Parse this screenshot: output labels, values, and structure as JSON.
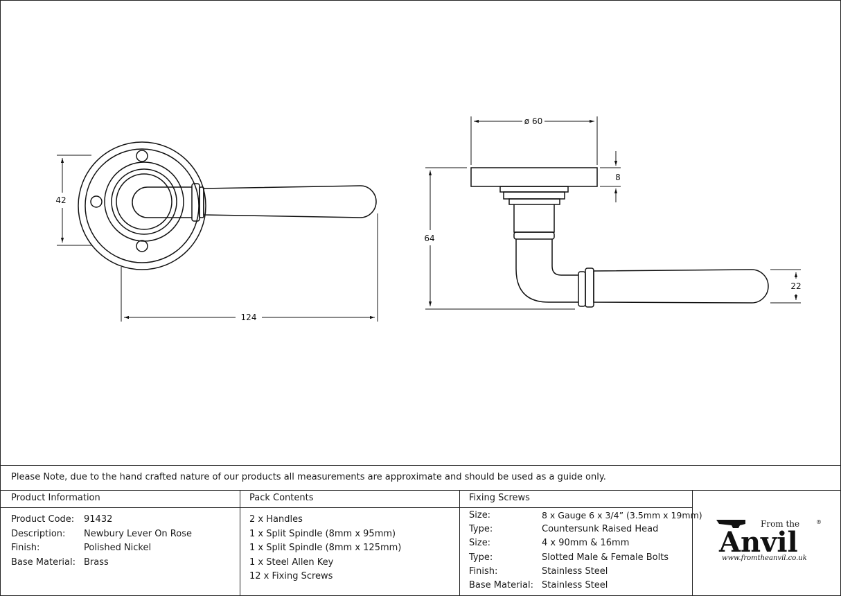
{
  "dimensions": {
    "height_front": "42",
    "length": "124",
    "rose_diameter": "ø 60",
    "rose_thickness": "8",
    "projection": "64",
    "lever_thickness": "22"
  },
  "note": "Please Note, due to the hand crafted nature of our products all measurements are approximate and should be used as a guide only.",
  "product_information": {
    "title": "Product Information",
    "rows": [
      {
        "label": "Product Code:",
        "value": "91432"
      },
      {
        "label": "Description:",
        "value": "Newbury Lever On Rose"
      },
      {
        "label": "Finish:",
        "value": "Polished Nickel"
      },
      {
        "label": "Base Material:",
        "value": "Brass"
      }
    ]
  },
  "pack_contents": {
    "title": "Pack Contents",
    "items": [
      "2 x Handles",
      "1 x Split Spindle (8mm x 95mm)",
      "1 x Split Spindle (8mm x 125mm)",
      "1 x Steel Allen Key",
      "12 x Fixing Screws"
    ]
  },
  "fixing_screws": {
    "title": "Fixing Screws",
    "rows": [
      {
        "label": "Size:",
        "value": "8 x Gauge 6 x 3/4” (3.5mm x 19mm)"
      },
      {
        "label": "Type:",
        "value": "Countersunk Raised Head"
      },
      {
        "label": "Size:",
        "value": "4 x 90mm & 16mm"
      },
      {
        "label": "Type:",
        "value": "Slotted Male & Female Bolts"
      },
      {
        "label": "Finish:",
        "value": "Stainless Steel"
      },
      {
        "label": "Base Material:",
        "value": "Stainless Steel"
      }
    ]
  },
  "logo": {
    "from_the": "From the",
    "brand": "Anvil",
    "registered": "®",
    "url": "www.fromtheanvil.co.uk"
  }
}
